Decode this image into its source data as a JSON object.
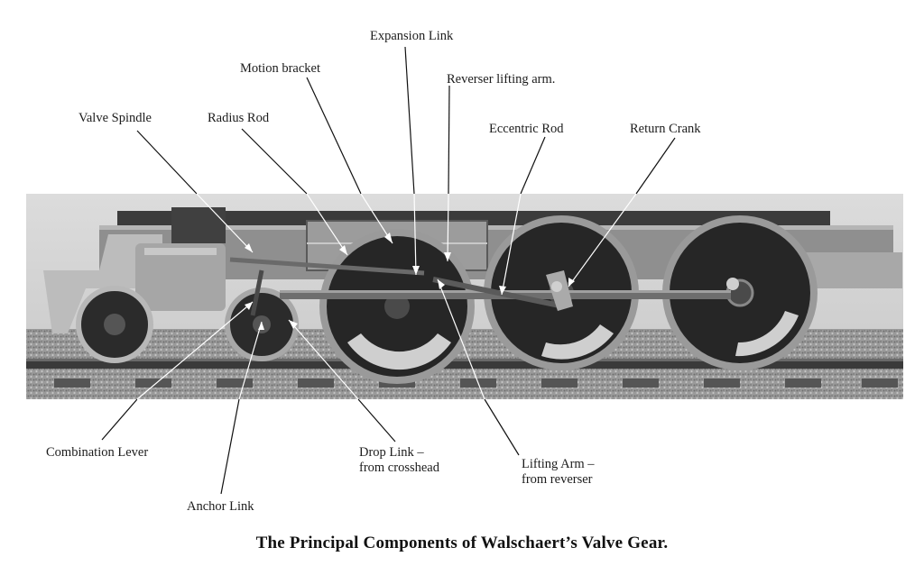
{
  "diagram": {
    "title": "The Principal Components of Walschaert’s Valve Gear.",
    "photo": {
      "subject": "model steam locomotive chassis with Walschaert's valve gear, side view, grayscale",
      "tones": {
        "sky": "#d6d6d6",
        "frame": "#8a8a8a",
        "dark": "#2a2a2a",
        "ballast": "#9b9b9b",
        "rail": "#3a3a3a",
        "metal": "#bdbdbd"
      }
    },
    "labels": [
      {
        "id": "expansion-link",
        "text": "Expansion Link"
      },
      {
        "id": "motion-bracket",
        "text": "Motion bracket"
      },
      {
        "id": "reverser-lifting-arm",
        "text": "Reverser lifting arm."
      },
      {
        "id": "valve-spindle",
        "text": "Valve Spindle"
      },
      {
        "id": "radius-rod",
        "text": "Radius Rod"
      },
      {
        "id": "eccentric-rod",
        "text": "Eccentric Rod"
      },
      {
        "id": "return-crank",
        "text": "Return Crank"
      },
      {
        "id": "combination-lever",
        "text": "Combination Lever"
      },
      {
        "id": "anchor-link",
        "text": "Anchor Link"
      },
      {
        "id": "drop-link",
        "text": "Drop Link –",
        "line2": "from crosshead"
      },
      {
        "id": "lifting-arm",
        "text": "Lifting Arm –",
        "line2": "from reverser"
      }
    ]
  }
}
